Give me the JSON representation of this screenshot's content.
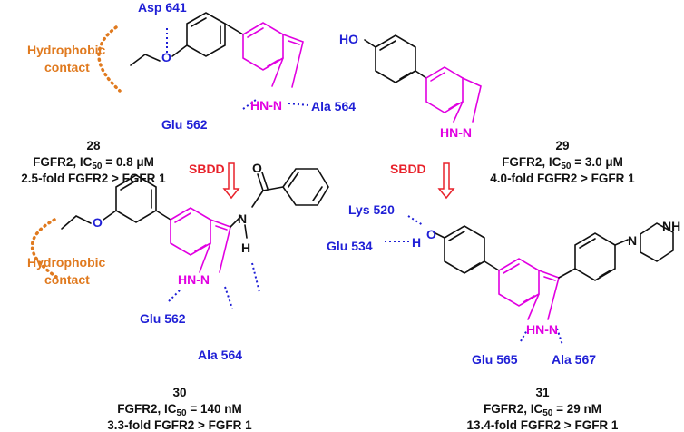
{
  "compounds": [
    {
      "id": "28",
      "target": "FGFR2, IC",
      "sub": "50",
      "value": " = 0.8 μM",
      "selectivity": "2.5-fold FGFR2  > FGFR 1"
    },
    {
      "id": "29",
      "target": "FGFR2, IC",
      "sub": "50",
      "value": " = 3.0 μM",
      "selectivity": "4.0-fold FGFR2 > FGFR 1"
    },
    {
      "id": "30",
      "target": "FGFR2, IC",
      "sub": "50",
      "value": " = 140 nM",
      "selectivity": "3.3-fold FGFR2 > FGFR 1"
    },
    {
      "id": "31",
      "target": "FGFR2, IC",
      "sub": "50",
      "value": " = 29 nM",
      "selectivity": "13.4-fold FGFR2 > FGFR 1"
    }
  ],
  "residues": {
    "asp641": "Asp 641",
    "ala564_top": "Ala 564",
    "glu562_top": "Glu 562",
    "glu562_bot": "Glu 562",
    "ala564_bot": "Ala 564",
    "lys520": "Lys 520",
    "glu534": "Glu 534",
    "glu565": "Glu 565",
    "ala567": "Ala 567"
  },
  "hydrophobic": {
    "line1": "Hydrophobic",
    "line2": "contact"
  },
  "sbdd_label": "SBDD",
  "atoms": {
    "O": "O",
    "HO": "HO",
    "HN": "HN",
    "N": "N",
    "NH": "NH",
    "H": "H",
    "HNN": "HN-N",
    "H2": "H"
  },
  "colors": {
    "residue": "#1f1fd6",
    "hydrophobic": "#e07a1f",
    "sbdd": "#e8222b",
    "scaffold": "#e100e1"
  }
}
